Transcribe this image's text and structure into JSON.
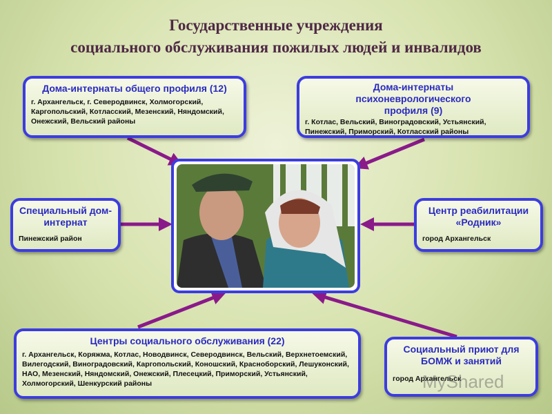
{
  "title": {
    "line1": "Государственные учреждения",
    "line2": "социального обслуживания пожилых людей и инвалидов"
  },
  "boxes": {
    "general": {
      "heading": "Дома-интернаты общего профиля (12)",
      "text": "г. Архангельск,  г. Северодвинск, Холмогорский, Каргопольский, Котласский, Мезенский, Няндомский, Онежский, Вельский районы"
    },
    "psycho": {
      "heading": "Дома-интернаты психоневрологического профиля (9)",
      "text": "г. Котлас,  Вельский, Виноградовский, Устьянский, Пинежский,  Приморский, Котласский районы"
    },
    "special": {
      "heading": "Специальный дом-интернат",
      "text": "Пинежский район"
    },
    "rehab": {
      "heading": "Центр реабилитации «Родник»",
      "text": "город Архангельск"
    },
    "centers": {
      "heading": "Центры социального обслуживания (22)",
      "text": "г. Архангельск, Коряжма, Котлас, Новодвинск, Северодвинск, Вельский, Верхнетоемский, Вилегодский, Виноградовский, Каргопольский, Коношский, Красноборский, Лешуконский, НАО, Мезенский, Няндомский, Онежский, Плесецкий, Приморский, Устьянский, Холмогорский, Шенкурский районы"
    },
    "shelter": {
      "heading": "Социальный приют для БОМЖ и занятий",
      "text": "город Архангельск"
    }
  },
  "watermark": "MyShared",
  "colors": {
    "arrow": "#8a1a8a",
    "border": "#3c3ce0",
    "heading": "#2a2ac0"
  }
}
